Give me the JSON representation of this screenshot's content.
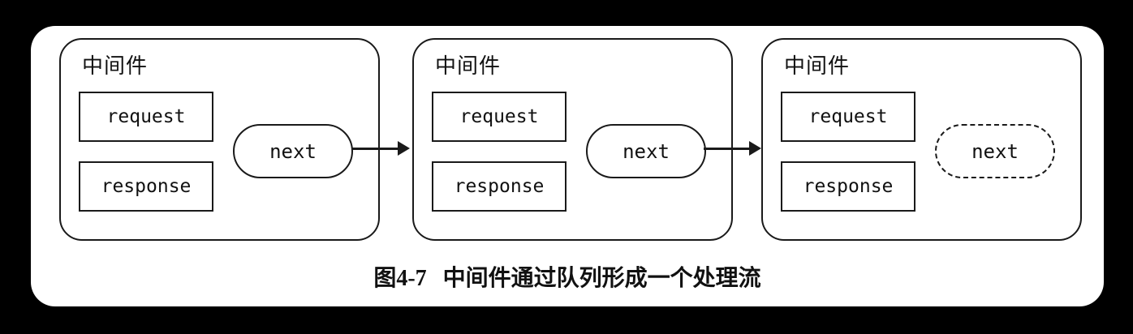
{
  "page": {
    "background_color": "#000000",
    "card_background": "#ffffff",
    "stroke_color": "#1a1a1a"
  },
  "diagram": {
    "nodes": [
      {
        "title": "中间件",
        "request": "request",
        "response": "response",
        "next": "next",
        "next_style": "solid"
      },
      {
        "title": "中间件",
        "request": "request",
        "response": "response",
        "next": "next",
        "next_style": "solid"
      },
      {
        "title": "中间件",
        "request": "request",
        "response": "response",
        "next": "next",
        "next_style": "dashed"
      }
    ],
    "connections": [
      {
        "from": 0,
        "to": 1,
        "type": "arrow-right"
      },
      {
        "from": 1,
        "to": 2,
        "type": "arrow-right"
      }
    ]
  },
  "caption": {
    "label": "图4-7",
    "text": "中间件通过队列形成一个处理流"
  }
}
